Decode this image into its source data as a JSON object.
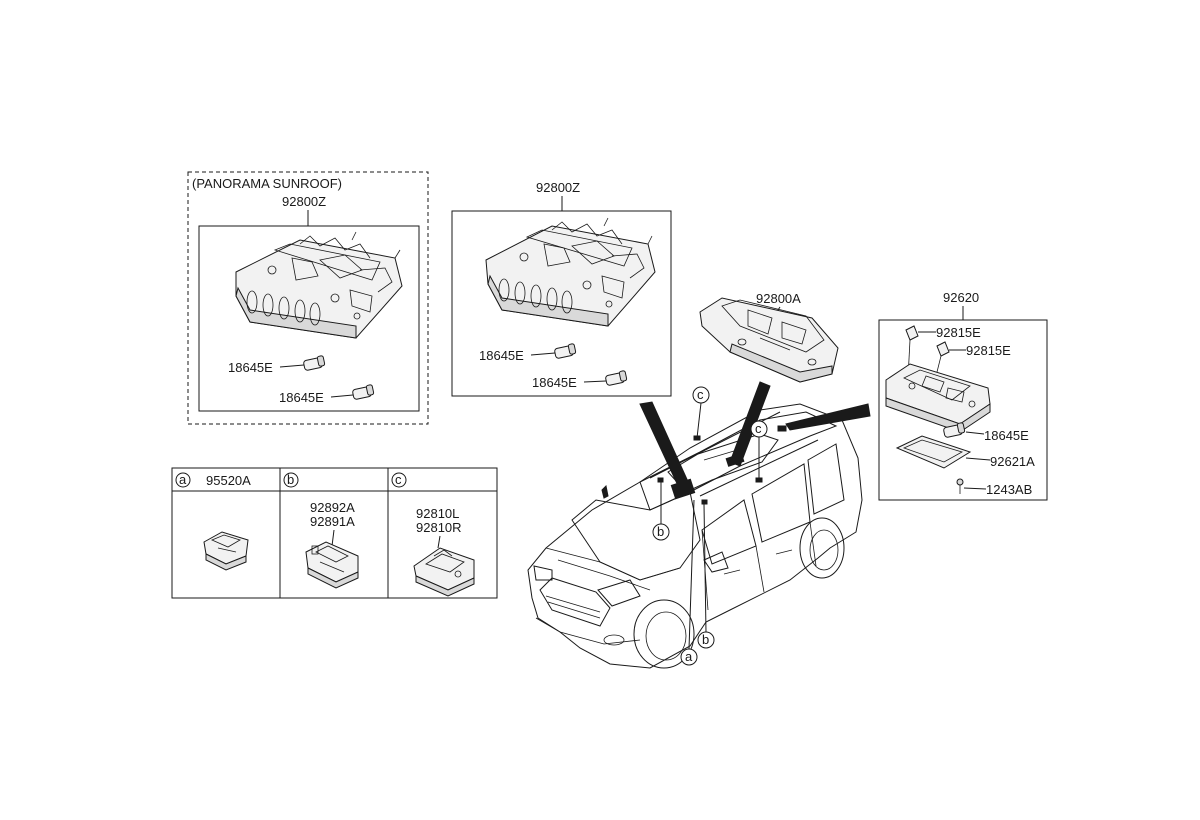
{
  "panorama_group": {
    "title": "(PANORAMA SUNROOF)",
    "assembly_part": "92800Z",
    "bulb_top": "18645E",
    "bulb_bottom": "18645E"
  },
  "standard_group": {
    "assembly_part": "92800Z",
    "bulb_top": "18645E",
    "bulb_bottom": "18645E"
  },
  "map_lamp": {
    "part": "92800A"
  },
  "room_lamp_group": {
    "assembly_part": "92620",
    "cap_top": "92815E",
    "cap_second": "92815E",
    "bulb": "18645E",
    "lens": "92621A",
    "screw": "1243AB"
  },
  "legend_table": {
    "col_a": {
      "marker": "a",
      "part": "95520A"
    },
    "col_b": {
      "marker": "b",
      "part_1": "92892A",
      "part_2": "92891A"
    },
    "col_c": {
      "marker": "c",
      "part_1": "92810L",
      "part_2": "92810R"
    }
  },
  "vehicle_markers": {
    "c_left": "c",
    "c_right": "c",
    "b_roof": "b",
    "b_door": "b",
    "a_door": "a"
  }
}
